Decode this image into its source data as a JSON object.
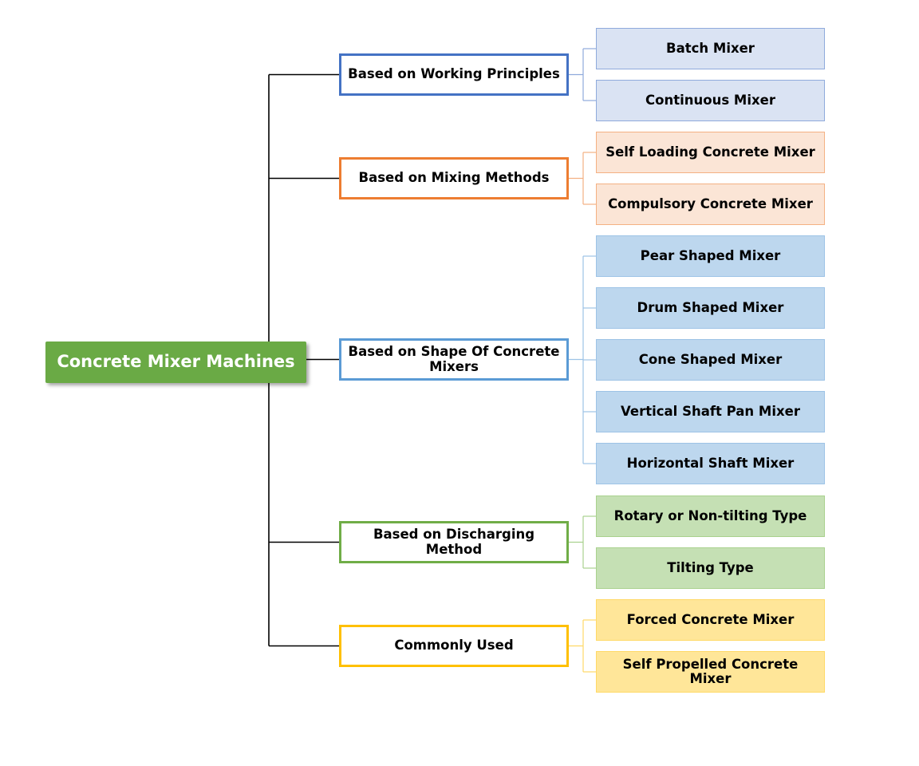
{
  "root": {
    "label": "Concrete Mixer Machines",
    "color": "#6aaa45"
  },
  "categories": [
    {
      "label": "Based on Working Principles",
      "border_color": "#4472c4",
      "fill_color": "#dae3f3",
      "line_color": "#8faadc",
      "items": [
        "Batch Mixer",
        "Continuous Mixer"
      ]
    },
    {
      "label": "Based on Mixing Methods",
      "border_color": "#ed7d31",
      "fill_color": "#fbe5d6",
      "line_color": "#f4b183",
      "items": [
        "Self Loading Concrete Mixer",
        "Compulsory Concrete Mixer"
      ]
    },
    {
      "label": "Based on Shape Of Concrete Mixers",
      "border_color": "#5b9bd5",
      "fill_color": "#bdd7ee",
      "line_color": "#9dc3e6",
      "items": [
        "Pear Shaped Mixer",
        "Drum Shaped Mixer",
        "Cone Shaped Mixer",
        "Vertical Shaft Pan Mixer",
        "Horizontal Shaft Mixer"
      ]
    },
    {
      "label": "Based on Discharging Method",
      "border_color": "#70ad47",
      "fill_color": "#c5e0b4",
      "line_color": "#a9d18e",
      "items": [
        "Rotary or Non-tilting Type",
        "Tilting Type"
      ]
    },
    {
      "label": "Commonly Used",
      "border_color": "#ffc000",
      "fill_color": "#ffe699",
      "line_color": "#ffd966",
      "items": [
        "Forced Concrete Mixer",
        "Self Propelled Concrete Mixer"
      ]
    }
  ]
}
